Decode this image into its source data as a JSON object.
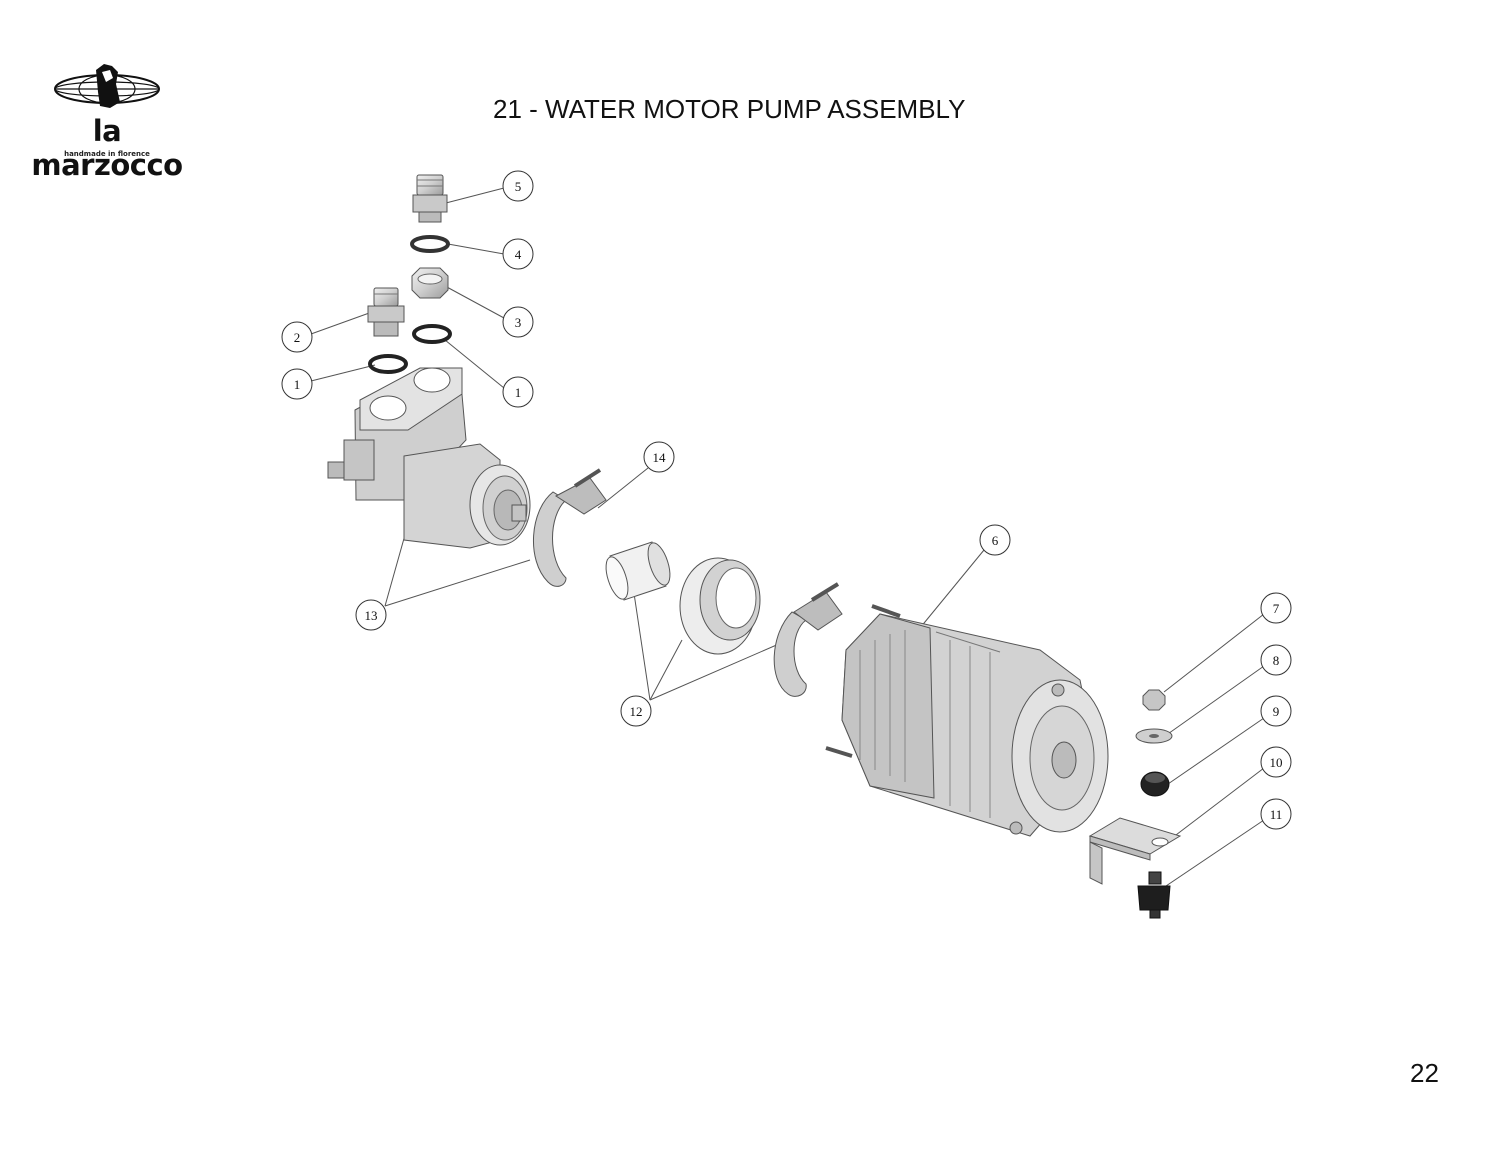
{
  "header": {
    "brand_name": "la marzocco",
    "brand_tagline": "handmade in florence",
    "title": "21 - WATER MOTOR PUMP ASSEMBLY"
  },
  "footer": {
    "page_number": "22"
  },
  "callouts": [
    {
      "id": "callout-5",
      "label": "5"
    },
    {
      "id": "callout-4",
      "label": "4"
    },
    {
      "id": "callout-3",
      "label": "3"
    },
    {
      "id": "callout-2",
      "label": "2"
    },
    {
      "id": "callout-1-left",
      "label": "1"
    },
    {
      "id": "callout-1-right",
      "label": "1"
    },
    {
      "id": "callout-14",
      "label": "14"
    },
    {
      "id": "callout-13",
      "label": "13"
    },
    {
      "id": "callout-6",
      "label": "6"
    },
    {
      "id": "callout-12",
      "label": "12"
    },
    {
      "id": "callout-7",
      "label": "7"
    },
    {
      "id": "callout-8",
      "label": "8"
    },
    {
      "id": "callout-9",
      "label": "9"
    },
    {
      "id": "callout-10",
      "label": "10"
    },
    {
      "id": "callout-11",
      "label": "11"
    }
  ],
  "colors": {
    "part_fill": "#d6d6d6",
    "part_shade": "#b4b4b4",
    "part_stroke": "#555555",
    "dark_part": "#222222"
  }
}
